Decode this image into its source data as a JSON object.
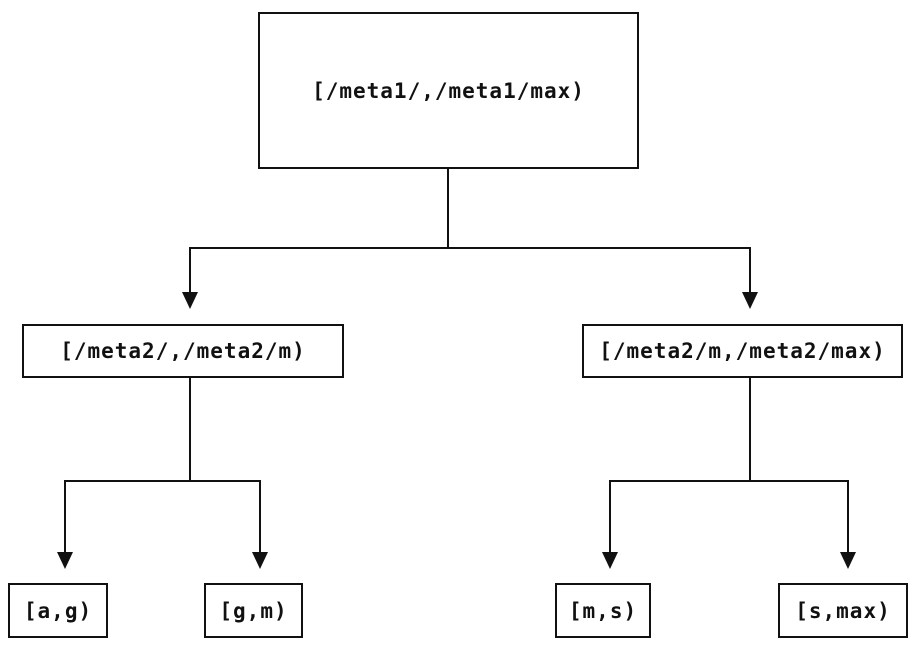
{
  "diagram": {
    "background_color": "#ffffff",
    "line_color": "#111111",
    "text_color": "#111111",
    "nodes": {
      "root": {
        "label": "[/meta1/,/meta1/max)"
      },
      "left": {
        "label": "[/meta2/,/meta2/m)"
      },
      "right": {
        "label": "[/meta2/m,/meta2/max)"
      },
      "leaf_ag": {
        "label": "[a,g)"
      },
      "leaf_gm": {
        "label": "[g,m)"
      },
      "leaf_ms": {
        "label": "[m,s)"
      },
      "leaf_smax": {
        "label": "[s,max)"
      }
    },
    "edges": [
      {
        "from": "root",
        "to": "left"
      },
      {
        "from": "root",
        "to": "right"
      },
      {
        "from": "left",
        "to": "leaf_ag"
      },
      {
        "from": "left",
        "to": "leaf_gm"
      },
      {
        "from": "right",
        "to": "leaf_ms"
      },
      {
        "from": "right",
        "to": "leaf_smax"
      }
    ]
  }
}
